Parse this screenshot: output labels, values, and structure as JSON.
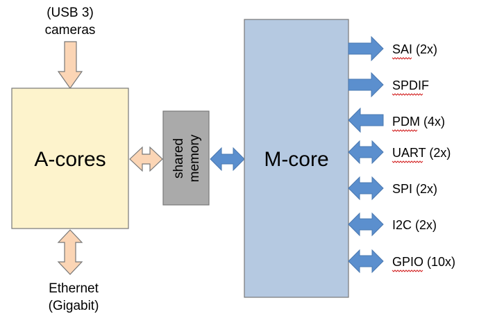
{
  "inputs": {
    "cameras_line1": "(USB 3)",
    "cameras_line2": "cameras"
  },
  "blocks": {
    "a_cores": "A-cores",
    "shared_memory_line1": "shared",
    "shared_memory_line2": "memory",
    "m_core": "M-core"
  },
  "outputs": {
    "ethernet_line1": "Ethernet",
    "ethernet_line2": "(Gigabit)"
  },
  "peripherals": [
    {
      "label": "SAI (2x)",
      "direction": "out"
    },
    {
      "label": "SPDIF",
      "direction": "out"
    },
    {
      "label": "PDM (4x)",
      "direction": "in"
    },
    {
      "label": "UART (2x)",
      "direction": "both"
    },
    {
      "label": "SPI (2x)",
      "direction": "both"
    },
    {
      "label": "I2C (2x)",
      "direction": "both"
    },
    {
      "label": "GPIO (10x)",
      "direction": "both"
    }
  ],
  "colors": {
    "a_cores_fill": "#fdf3cc",
    "m_core_fill": "#b5c9e1",
    "shared_memory_fill": "#aaaaaa",
    "peach_arrow": "#fbd5b5",
    "blue_arrow": "#5b8fce",
    "border": "#777777"
  }
}
